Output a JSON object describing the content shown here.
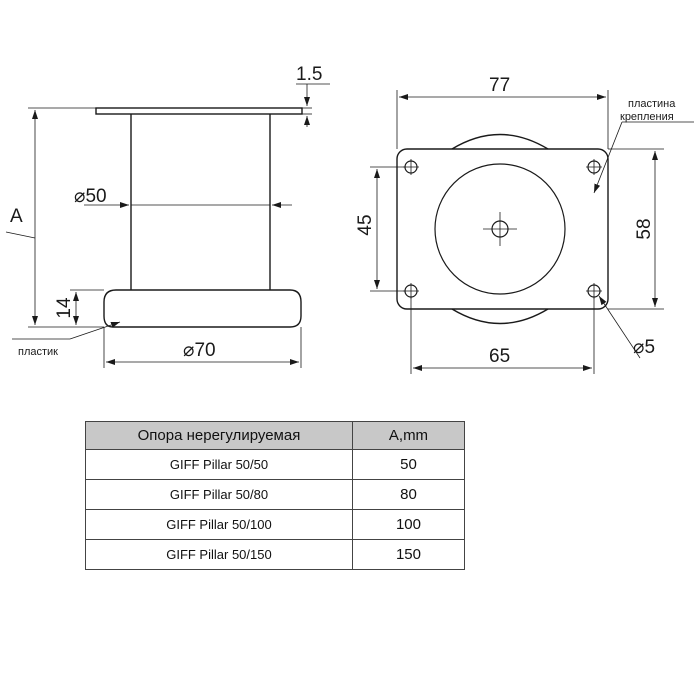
{
  "side_view": {
    "plate_thickness": "1.5",
    "height_label": "A",
    "tube_diameter": "⌀50",
    "base_height": "14",
    "base_diameter": "⌀70",
    "material_note": "пластик"
  },
  "top_view": {
    "width": "77",
    "height": "58",
    "hole_spacing_vertical": "45",
    "hole_spacing_horizontal": "65",
    "hole_diameter": "⌀5",
    "plate_note_line1": "пластина",
    "plate_note_line2": "крепления"
  },
  "table": {
    "header_name": "Опора нерегулируемая",
    "header_value": "A,mm",
    "rows": [
      {
        "model": "GIFF Pillar 50/50",
        "a": "50"
      },
      {
        "model": "GIFF Pillar 50/80",
        "a": "80"
      },
      {
        "model": "GIFF Pillar 50/100",
        "a": "100"
      },
      {
        "model": "GIFF Pillar 50/150",
        "a": "150"
      }
    ]
  }
}
